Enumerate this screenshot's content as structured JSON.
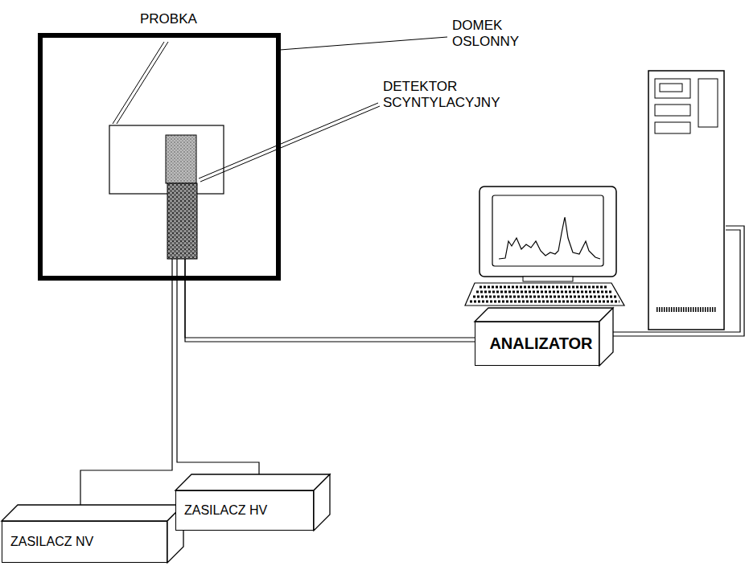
{
  "diagram": {
    "nodes": [
      {
        "text": [
          "ANALIZATOR"
        ]
      },
      {
        "text": [
          "ZASILACZ NV"
        ]
      },
      {
        "text": [
          "ZASILACZ HV"
        ]
      }
    ],
    "labels": [
      "PROBKA",
      "DOMEK OSLONNY",
      "DETEKTOR SCYNTYLACYJNY"
    ]
  }
}
